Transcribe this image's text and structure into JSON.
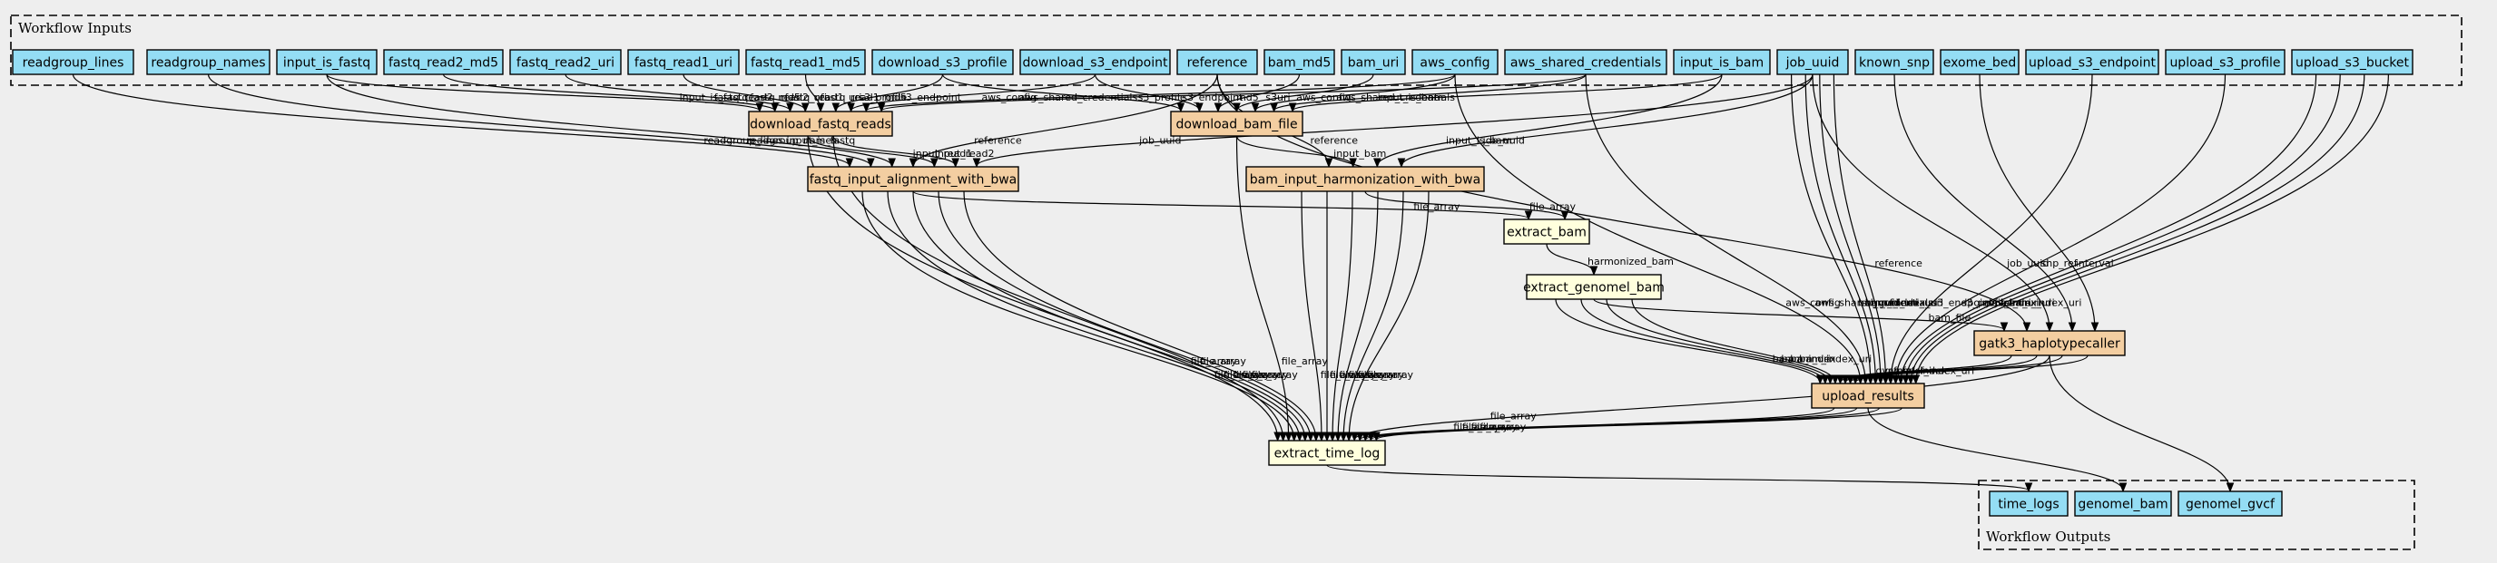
{
  "inputs_cluster_label": "Workflow Inputs",
  "outputs_cluster_label": "Workflow Outputs",
  "colors": {
    "background": "#eeeeee",
    "input": "#94ddf4",
    "step_orange": "#f3cea1",
    "step_yellow": "#ffffdd",
    "output": "#94ddf4"
  },
  "inputs": [
    {
      "id": "readgroup_lines",
      "label": "readgroup_lines"
    },
    {
      "id": "readgroup_names",
      "label": "readgroup_names"
    },
    {
      "id": "input_is_fastq",
      "label": "input_is_fastq"
    },
    {
      "id": "fastq_read2_md5",
      "label": "fastq_read2_md5"
    },
    {
      "id": "fastq_read2_uri",
      "label": "fastq_read2_uri"
    },
    {
      "id": "fastq_read1_uri",
      "label": "fastq_read1_uri"
    },
    {
      "id": "fastq_read1_md5",
      "label": "fastq_read1_md5"
    },
    {
      "id": "download_s3_profile",
      "label": "download_s3_profile"
    },
    {
      "id": "download_s3_endpoint",
      "label": "download_s3_endpoint"
    },
    {
      "id": "reference",
      "label": "reference"
    },
    {
      "id": "bam_md5",
      "label": "bam_md5"
    },
    {
      "id": "bam_uri",
      "label": "bam_uri"
    },
    {
      "id": "aws_config",
      "label": "aws_config"
    },
    {
      "id": "aws_shared_credentials",
      "label": "aws_shared_credentials"
    },
    {
      "id": "input_is_bam",
      "label": "input_is_bam"
    },
    {
      "id": "job_uuid",
      "label": "job_uuid"
    },
    {
      "id": "known_snp",
      "label": "known_snp"
    },
    {
      "id": "exome_bed",
      "label": "exome_bed"
    },
    {
      "id": "upload_s3_endpoint",
      "label": "upload_s3_endpoint"
    },
    {
      "id": "upload_s3_profile",
      "label": "upload_s3_profile"
    },
    {
      "id": "upload_s3_bucket",
      "label": "upload_s3_bucket"
    }
  ],
  "steps": [
    {
      "id": "download_fastq_reads",
      "label": "download_fastq_reads",
      "kind": "orange"
    },
    {
      "id": "download_bam_file",
      "label": "download_bam_file",
      "kind": "orange"
    },
    {
      "id": "fastq_input_alignment_with_bwa",
      "label": "fastq_input_alignment_with_bwa",
      "kind": "orange"
    },
    {
      "id": "bam_input_harmonization_with_bwa",
      "label": "bam_input_harmonization_with_bwa",
      "kind": "orange"
    },
    {
      "id": "extract_bam",
      "label": "extract_bam",
      "kind": "yellow"
    },
    {
      "id": "extract_genomel_bam",
      "label": "extract_genomel_bam",
      "kind": "yellow"
    },
    {
      "id": "gatk3_haplotypecaller",
      "label": "gatk3_haplotypecaller",
      "kind": "orange"
    },
    {
      "id": "upload_results",
      "label": "upload_results",
      "kind": "orange"
    },
    {
      "id": "extract_time_log",
      "label": "extract_time_log",
      "kind": "yellow"
    }
  ],
  "outputs": [
    {
      "id": "time_logs",
      "label": "time_logs"
    },
    {
      "id": "genomel_bam",
      "label": "genomel_bam"
    },
    {
      "id": "genomel_gvcf",
      "label": "genomel_gvcf"
    }
  ],
  "edges": [
    {
      "from": "input_is_fastq",
      "to": "download_fastq_reads",
      "label": "input_is_fastq"
    },
    {
      "from": "fastq_read2_md5",
      "to": "download_fastq_reads",
      "label": "fastq_read2_md5"
    },
    {
      "from": "fastq_read2_uri",
      "to": "download_fastq_reads",
      "label": "fastq_read2_uri"
    },
    {
      "from": "fastq_read1_uri",
      "to": "download_fastq_reads",
      "label": "fastq_read1_uri"
    },
    {
      "from": "fastq_read1_md5",
      "to": "download_fastq_reads",
      "label": "fastq_read1_md5"
    },
    {
      "from": "download_s3_profile",
      "to": "download_fastq_reads",
      "label": "s3_profile"
    },
    {
      "from": "download_s3_endpoint",
      "to": "download_fastq_reads",
      "label": "s3_endpoint"
    },
    {
      "from": "aws_config",
      "to": "download_fastq_reads",
      "label": "aws_config"
    },
    {
      "from": "aws_shared_credentials",
      "to": "download_fastq_reads",
      "label": "aws_shared_credentials"
    },
    {
      "from": "download_s3_profile",
      "to": "download_bam_file",
      "label": "s3_profile"
    },
    {
      "from": "download_s3_endpoint",
      "to": "download_bam_file",
      "label": "s3_endpoint"
    },
    {
      "from": "bam_md5",
      "to": "download_bam_file",
      "label": "md5"
    },
    {
      "from": "bam_uri",
      "to": "download_bam_file",
      "label": "s3uri"
    },
    {
      "from": "aws_config",
      "to": "download_bam_file",
      "label": "aws_config"
    },
    {
      "from": "aws_shared_credentials",
      "to": "download_bam_file",
      "label": "aws_shared_credentials"
    },
    {
      "from": "input_is_bam",
      "to": "download_bam_file",
      "label": "input_is_bam"
    },
    {
      "from": "readgroup_lines",
      "to": "fastq_input_alignment_with_bwa",
      "label": "readgroup_lines"
    },
    {
      "from": "readgroup_names",
      "to": "fastq_input_alignment_with_bwa",
      "label": "readgroup_names"
    },
    {
      "from": "input_is_fastq",
      "to": "fastq_input_alignment_with_bwa",
      "label": "input_is_fastq"
    },
    {
      "from": "reference",
      "to": "fastq_input_alignment_with_bwa",
      "label": "reference"
    },
    {
      "from": "download_fastq_reads",
      "to": "fastq_input_alignment_with_bwa",
      "label": "input_read1"
    },
    {
      "from": "download_fastq_reads",
      "to": "fastq_input_alignment_with_bwa",
      "label": "input_read2"
    },
    {
      "from": "job_uuid",
      "to": "fastq_input_alignment_with_bwa",
      "label": "job_uuid"
    },
    {
      "from": "reference",
      "to": "bam_input_harmonization_with_bwa",
      "label": "reference"
    },
    {
      "from": "download_bam_file",
      "to": "bam_input_harmonization_with_bwa",
      "label": "input_bam"
    },
    {
      "from": "input_is_bam",
      "to": "bam_input_harmonization_with_bwa",
      "label": "input_is_bam"
    },
    {
      "from": "job_uuid",
      "to": "bam_input_harmonization_with_bwa",
      "label": "job_uuid"
    },
    {
      "from": "fastq_input_alignment_with_bwa",
      "to": "extract_bam",
      "label": "file_array"
    },
    {
      "from": "bam_input_harmonization_with_bwa",
      "to": "extract_bam",
      "label": "file_array"
    },
    {
      "from": "extract_bam",
      "to": "extract_genomel_bam",
      "label": "harmonized_bam"
    },
    {
      "from": "extract_genomel_bam",
      "to": "gatk3_haplotypecaller",
      "label": "bam_file"
    },
    {
      "from": "reference",
      "to": "gatk3_haplotypecaller",
      "label": "reference"
    },
    {
      "from": "job_uuid",
      "to": "gatk3_haplotypecaller",
      "label": "job_uuid"
    },
    {
      "from": "known_snp",
      "to": "gatk3_haplotypecaller",
      "label": "snp_ref"
    },
    {
      "from": "exome_bed",
      "to": "gatk3_haplotypecaller",
      "label": "interval"
    },
    {
      "from": "extract_genomel_bam",
      "to": "upload_results",
      "label": "bam"
    },
    {
      "from": "extract_genomel_bam",
      "to": "upload_results",
      "label": "bam_index"
    },
    {
      "from": "extract_genomel_bam",
      "to": "upload_results",
      "label": "bam_uri"
    },
    {
      "from": "extract_genomel_bam",
      "to": "upload_results",
      "label": "bam_index_uri"
    },
    {
      "from": "gatk3_haplotypecaller",
      "to": "upload_results",
      "label": "gvcf_uri"
    },
    {
      "from": "gatk3_haplotypecaller",
      "to": "upload_results",
      "label": "gvcf"
    },
    {
      "from": "gatk3_haplotypecaller",
      "to": "upload_results",
      "label": "gvcf_index"
    },
    {
      "from": "gatk3_haplotypecaller",
      "to": "upload_results",
      "label": "gvcf_index_uri"
    },
    {
      "from": "aws_config",
      "to": "upload_results",
      "label": "aws_config"
    },
    {
      "from": "aws_shared_credentials",
      "to": "upload_results",
      "label": "aws_shared_credentials"
    },
    {
      "from": "job_uuid",
      "to": "upload_results",
      "label": "bam_uri"
    },
    {
      "from": "job_uuid",
      "to": "upload_results",
      "label": "bam_index_uri"
    },
    {
      "from": "job_uuid",
      "to": "upload_results",
      "label": "gvcf_index_uri"
    },
    {
      "from": "job_uuid",
      "to": "upload_results",
      "label": "gvcf_uri"
    },
    {
      "from": "upload_s3_endpoint",
      "to": "upload_results",
      "label": "s3_endpoint"
    },
    {
      "from": "upload_s3_profile",
      "to": "upload_results",
      "label": "s3_profile"
    },
    {
      "from": "upload_s3_bucket",
      "to": "upload_results",
      "label": "gvcf_index_uri"
    },
    {
      "from": "upload_s3_bucket",
      "to": "upload_results",
      "label": "gvcf_uri"
    },
    {
      "from": "upload_s3_bucket",
      "to": "upload_results",
      "label": "bam_uri"
    },
    {
      "from": "upload_s3_bucket",
      "to": "upload_results",
      "label": "bam_index_uri"
    },
    {
      "from": "download_fastq_reads",
      "to": "extract_time_log",
      "label": "file_array"
    },
    {
      "from": "download_fastq_reads",
      "to": "extract_time_log",
      "label": "file_array"
    },
    {
      "from": "download_bam_file",
      "to": "extract_time_log",
      "label": "file_array"
    },
    {
      "from": "fastq_input_alignment_with_bwa",
      "to": "extract_time_log",
      "label": "file_array"
    },
    {
      "from": "fastq_input_alignment_with_bwa",
      "to": "extract_time_log",
      "label": "file_array"
    },
    {
      "from": "fastq_input_alignment_with_bwa",
      "to": "extract_time_log",
      "label": "file_array"
    },
    {
      "from": "fastq_input_alignment_with_bwa",
      "to": "extract_time_log",
      "label": "file_array"
    },
    {
      "from": "fastq_input_alignment_with_bwa",
      "to": "extract_time_log",
      "label": "file_array"
    },
    {
      "from": "bam_input_harmonization_with_bwa",
      "to": "extract_time_log",
      "label": "file_array"
    },
    {
      "from": "bam_input_harmonization_with_bwa",
      "to": "extract_time_log",
      "label": "file_array"
    },
    {
      "from": "bam_input_harmonization_with_bwa",
      "to": "extract_time_log",
      "label": "file_array"
    },
    {
      "from": "bam_input_harmonization_with_bwa",
      "to": "extract_time_log",
      "label": "file_array"
    },
    {
      "from": "bam_input_harmonization_with_bwa",
      "to": "extract_time_log",
      "label": "file_array"
    },
    {
      "from": "bam_input_harmonization_with_bwa",
      "to": "extract_time_log",
      "label": "file_array"
    },
    {
      "from": "gatk3_haplotypecaller",
      "to": "extract_time_log",
      "label": "file_array"
    },
    {
      "from": "upload_results",
      "to": "extract_time_log",
      "label": "file_array"
    },
    {
      "from": "upload_results",
      "to": "extract_time_log",
      "label": "file_array"
    },
    {
      "from": "upload_results",
      "to": "extract_time_log",
      "label": "file_array"
    },
    {
      "from": "upload_results",
      "to": "extract_time_log",
      "label": "file_array"
    },
    {
      "from": "extract_time_log",
      "to": "time_logs",
      "label": ""
    },
    {
      "from": "upload_results",
      "to": "genomel_bam",
      "label": ""
    },
    {
      "from": "gatk3_haplotypecaller",
      "to": "genomel_gvcf",
      "label": ""
    }
  ]
}
